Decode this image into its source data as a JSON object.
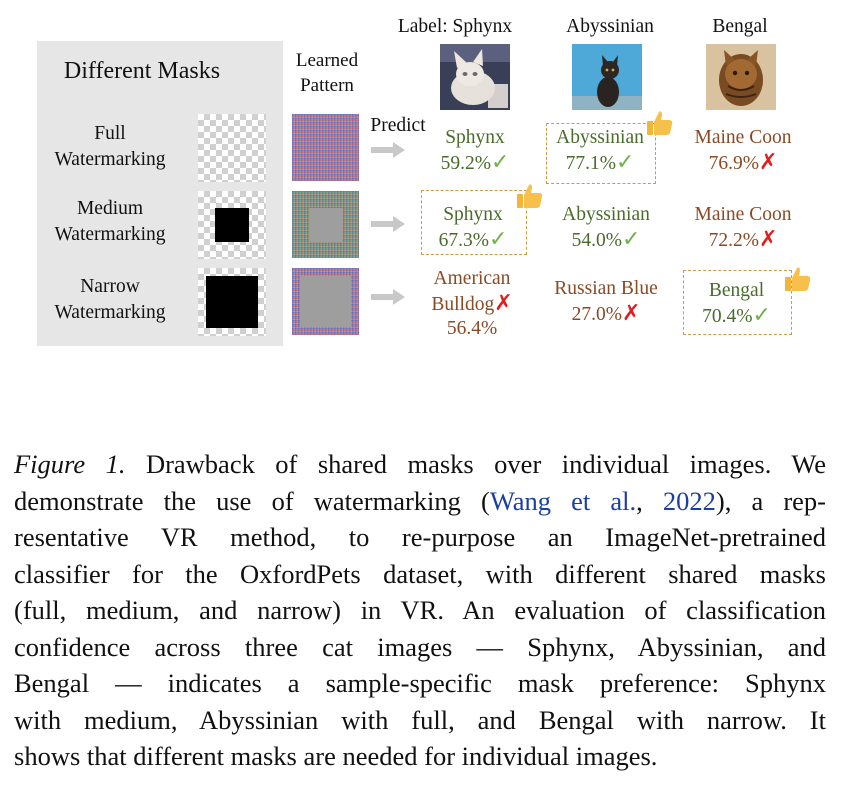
{
  "panel": {
    "title": "Different Masks",
    "rows": [
      {
        "label_line1": "Full",
        "label_line2": "Watermarking"
      },
      {
        "label_line1": "Medium",
        "label_line2": "Watermarking"
      },
      {
        "label_line1": "Narrow",
        "label_line2": "Watermarking"
      }
    ]
  },
  "learned_pattern": {
    "line1": "Learned",
    "line2": "Pattern"
  },
  "predict_label": "Predict",
  "columns": [
    {
      "header": "Label: Sphynx"
    },
    {
      "header": "Abyssinian"
    },
    {
      "header": "Bengal"
    }
  ],
  "predictions": [
    [
      {
        "line1": "Sphynx",
        "line2": "59.2%",
        "correct": true
      },
      {
        "line1": "Abyssinian",
        "line2": "77.1%",
        "correct": true
      },
      {
        "line1": "Maine Coon",
        "line2": "76.9%",
        "correct": false
      }
    ],
    [
      {
        "line1": "Sphynx",
        "line2": "67.3%",
        "correct": true
      },
      {
        "line1": "Abyssinian",
        "line2": "54.0%",
        "correct": true
      },
      {
        "line1": "Maine Coon",
        "line2": "72.2%",
        "correct": false
      }
    ],
    [
      {
        "line1": "American",
        "line2": "Bulldog",
        "line3": "56.4%",
        "correct": false
      },
      {
        "line1": "Russian Blue",
        "line2": "27.0%",
        "correct": false
      },
      {
        "line1": "Bengal",
        "line2": "70.4%",
        "correct": true
      }
    ]
  ],
  "marks": {
    "check": "✓",
    "cross": "✗"
  },
  "caption": {
    "figure_label": "Figure 1.",
    "line1_rest": " Drawback of shared masks over individual images. We",
    "line2_a": "demonstrate the use of watermarking (",
    "line2_cite_author": "Wang et al.",
    "line2_cite_sep": ", ",
    "line2_cite_year": "2022",
    "line2_b": "), a rep-",
    "line3": "resentative VR method, to re-purpose an ImageNet-pretrained",
    "line4": "classifier for the OxfordPets dataset, with different shared masks",
    "line5": "(full, medium, and narrow) in VR. An evaluation of classification",
    "line6": "confidence across three cat images — Sphynx, Abyssinian, and",
    "line7": "Bengal — indicates a sample-specific mask preference: Sphynx",
    "line8": "with medium, Abyssinian with full, and Bengal with narrow. It",
    "line9": "shows that different masks are needed for individual images."
  },
  "colors": {
    "correct_text": "#4a6b2a",
    "wrong_text": "#8a4a24",
    "check": "#6fb24a",
    "cross": "#e02020",
    "highlight_box": "#d19b3a",
    "citation": "#1a3fa0"
  }
}
